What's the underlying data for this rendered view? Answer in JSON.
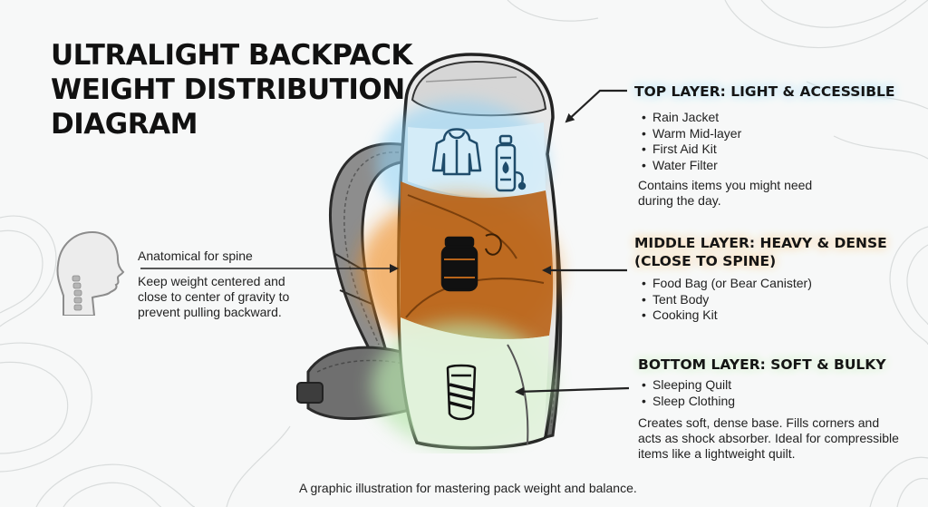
{
  "title_lines": [
    "ULTRALIGHT BACKPACK",
    "WEIGHT DISTRIBUTION",
    "DIAGRAM"
  ],
  "spine": {
    "label": "Anatomical for spine",
    "description": "Keep weight centered and close to center of gravity to prevent pulling backward."
  },
  "layers": {
    "top": {
      "heading": [
        "TOP LAYER: LIGHT & ACCESSIBLE"
      ],
      "items": [
        "Rain Jacket",
        "Warm Mid-layer",
        "First Aid Kit",
        "Water Filter"
      ],
      "note": "Contains items you might need during the day.",
      "color": "#8fd2f5"
    },
    "middle": {
      "heading": [
        "MIDDLE LAYER: HEAVY & DENSE",
        "(CLOSE TO SPINE)"
      ],
      "items": [
        "Food Bag (or Bear Canister)",
        "Tent Body",
        "Cooking Kit"
      ],
      "color": "#f08a1c"
    },
    "bottom": {
      "heading": [
        "BOTTOM LAYER: SOFT & BULKY"
      ],
      "items": [
        "Sleeping Quilt",
        "Sleep Clothing"
      ],
      "note": "Creates soft, dense base. Fills corners and acts as shock absorber. Ideal for compressible items like a lightweight quilt.",
      "color": "#b9e7af"
    }
  },
  "icons": {
    "top": [
      "rain-jacket-icon",
      "water-filter-icon"
    ],
    "middle": [
      "food-canister-icon"
    ],
    "bottom": [
      "sleeping-quilt-icon"
    ],
    "spine": [
      "head-spine-profile-icon"
    ]
  },
  "caption": "A graphic illustration for mastering pack weight and balance."
}
